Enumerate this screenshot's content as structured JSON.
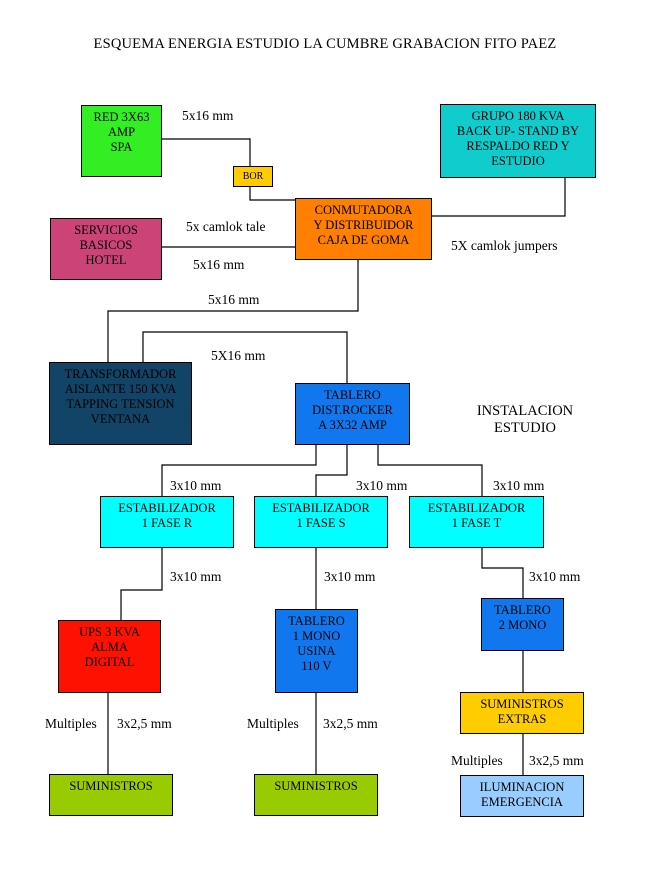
{
  "title": "ESQUEMA ENERGIA ESTUDIO LA CUMBRE GRABACION FITO PAEZ",
  "section_label": "INSTALACION\nESTUDIO",
  "colors": {
    "green": "#33ee22",
    "cyan_dark": "#11cccc",
    "yellow": "#ffcc00",
    "orange": "#ff7f00",
    "magenta": "#cc4477",
    "navy": "#114466",
    "blue": "#1177ee",
    "cyan": "#00ffff",
    "red": "#ff1100",
    "olive": "#99cc00",
    "lightblue": "#99ccff"
  },
  "boxes": {
    "red": "RED 3X63\nAMP\nSPA",
    "grupo": "GRUPO 180 KVA\nBACK UP- STAND BY\nRESPALDO RED Y\nESTUDIO",
    "bor": "BOR",
    "conmutadora": "CONMUTADORA\nY DISTRIBUIDOR\nCAJA DE GOMA",
    "servicios": "SERVICIOS\nBASICOS\nHOTEL",
    "transformador": "TRANSFORMADOR\nAISLANTE 150 KVA\nTAPPING TENSION\nVENTANA",
    "tablero_dist": "TABLERO\nDIST.ROCKER\nA 3X32 AMP",
    "estab_r": "ESTABILIZADOR\n1 FASE R",
    "estab_s": "ESTABILIZADOR\n1 FASE S",
    "estab_t": "ESTABILIZADOR\n1 FASE T",
    "ups": "UPS 3 KVA\nALMA\nDIGITAL",
    "tablero_mono1": "TABLERO\n1 MONO\nUSINA\n110 V",
    "tablero_mono2": "TABLERO\n2 MONO",
    "suministros_extras": "SUMINISTROS\nEXTRAS",
    "suministros_1": "SUMINISTROS",
    "suministros_2": "SUMINISTROS",
    "iluminacion": "ILUMINACION\nEMERGENCIA"
  },
  "labels": {
    "red_to_bor": "5x16 mm",
    "camlok_tale": "5x camlok tale",
    "servicios_cable": "5x16 mm",
    "camlok_jumpers": "5X camlok jumpers",
    "conm_to_trafo": "5x16 mm",
    "trafo_to_tablero": "5X16 mm",
    "to_estab_r": "3x10 mm",
    "to_estab_s": "3x10 mm",
    "to_estab_t": "3x10 mm",
    "estab_r_to_ups": "3x10 mm",
    "estab_s_to_mono1": "3x10 mm",
    "estab_t_to_mono2": "3x10 mm",
    "multiples_1": "Multiples",
    "cable_1": "3x2,5 mm",
    "multiples_2": "Multiples",
    "cable_2": "3x2,5 mm",
    "multiples_3": "Multiples",
    "cable_3": "3x2,5 mm"
  }
}
